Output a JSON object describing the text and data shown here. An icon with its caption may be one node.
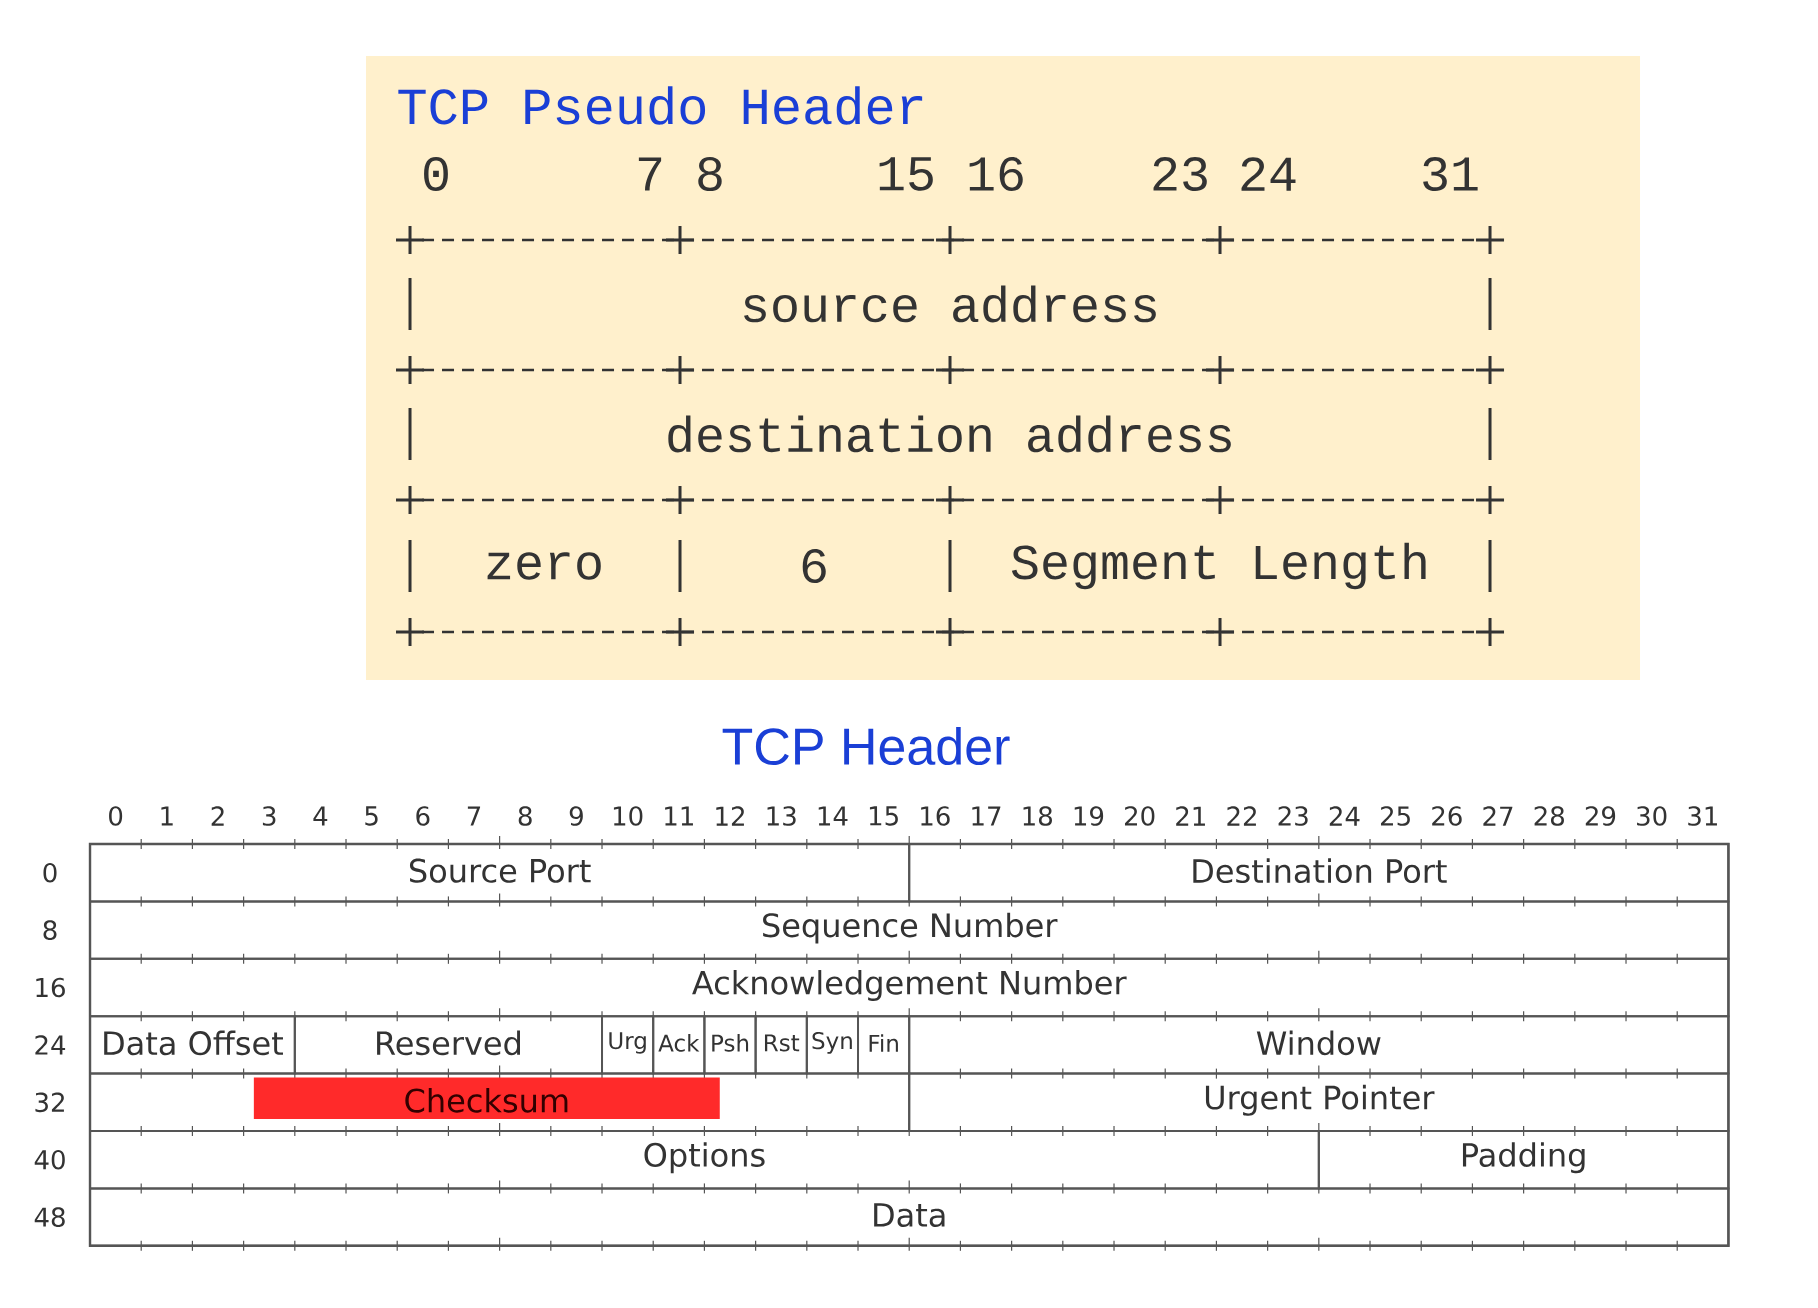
{
  "diagram": {
    "nodes": [
      {
        "text": [
          "TCP Pseudo Header"
        ]
      },
      {
        "text": [
          "source address"
        ],
        "in": 0
      },
      {
        "text": [
          "destination address"
        ],
        "in": 0
      },
      {
        "text": [
          "zero"
        ],
        "in": 0
      },
      {
        "text": [
          "6"
        ],
        "in": 0
      },
      {
        "text": [
          "Segment Length"
        ],
        "in": 0
      },
      {
        "text": [
          "TCP Header"
        ]
      },
      {
        "text": [
          "Source Port"
        ],
        "in": 6
      },
      {
        "text": [
          "Destination Port"
        ],
        "in": 6
      },
      {
        "text": [
          "Sequence Number"
        ],
        "in": 6
      },
      {
        "text": [
          "Acknowledgement Number"
        ],
        "in": 6
      },
      {
        "text": [
          "Data Offset"
        ],
        "in": 6
      },
      {
        "text": [
          "Reserved"
        ],
        "in": 6
      },
      {
        "text": [
          "Urg"
        ],
        "in": 6
      },
      {
        "text": [
          "Ack"
        ],
        "in": 6
      },
      {
        "text": [
          "Psh"
        ],
        "in": 6
      },
      {
        "text": [
          "Rst"
        ],
        "in": 6
      },
      {
        "text": [
          "Syn"
        ],
        "in": 6
      },
      {
        "text": [
          "Fin"
        ],
        "in": 6
      },
      {
        "text": [
          "Window"
        ],
        "in": 6
      },
      {
        "text": [
          "Checksum"
        ],
        "in": 6
      },
      {
        "text": [
          "Urgent Pointer"
        ],
        "in": 6
      },
      {
        "text": [
          "Options"
        ],
        "in": 6
      },
      {
        "text": [
          "Padding"
        ],
        "in": 6
      },
      {
        "text": [
          "Data"
        ],
        "in": 6
      }
    ],
    "labels": [
      "0",
      "7",
      "8",
      "15",
      "16",
      "23",
      "24",
      "31",
      "0",
      "1",
      "2",
      "3",
      "4",
      "5",
      "6",
      "7",
      "8",
      "9",
      "10",
      "11",
      "12",
      "13",
      "14",
      "15",
      "16",
      "17",
      "18",
      "19",
      "20",
      "21",
      "22",
      "23",
      "24",
      "25",
      "26",
      "27",
      "28",
      "29",
      "30",
      "31",
      "0",
      "8",
      "16",
      "24",
      "32",
      "40",
      "48"
    ]
  }
}
